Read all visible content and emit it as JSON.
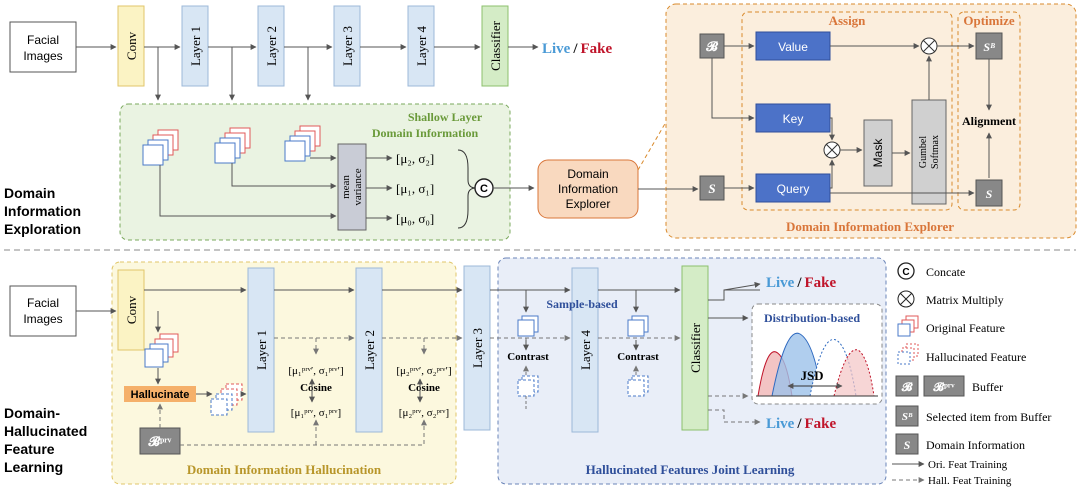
{
  "top": {
    "input": [
      "Facial",
      "Images"
    ],
    "conv": "Conv",
    "layers": [
      "Layer 1",
      "Layer 2",
      "Layer 3",
      "Layer 4"
    ],
    "classifier": "Classifier",
    "live": "Live",
    "slash": "/",
    "fake": "Fake",
    "shallow_title": [
      "Shallow Layer",
      "Domain Information"
    ],
    "stat_box": [
      "mean",
      "variance"
    ],
    "stats": [
      "[μ₂, σ₂]",
      "[μ₁, σ₁]",
      "[μ₀, σ₀]"
    ],
    "concat_symbol": "C",
    "die_box": [
      "Domain",
      "Information",
      "Explorer"
    ],
    "section_label": [
      "Domain",
      "Information",
      "Exploration"
    ]
  },
  "explorer": {
    "assign": "Assign",
    "optimize": "Optimize",
    "buffer_symbol": "𝓑",
    "s_symbol": "S",
    "sb_symbol": "Sᴮ",
    "value": "Value",
    "key": "Key",
    "query": "Query",
    "mask": "Mask",
    "gumbel": [
      "Gumbel",
      "Softmax"
    ],
    "alignment": "Alignment",
    "footer": "Domain Information Explorer"
  },
  "bottom": {
    "input": [
      "Facial",
      "Images"
    ],
    "conv": "Conv",
    "layers": [
      "Layer 1",
      "Layer 2",
      "Layer 3",
      "Layer 4"
    ],
    "classifier": "Classifier",
    "hallucinate": "Hallucinate",
    "bprv": "𝓑ᵖʳᵛ",
    "stats1_top": "[μ₁ᵖʳᵛ′, σ₁ᵖʳᵛ′]",
    "stats1_bottom": "[μ₁ᵖʳᵛ, σ₁ᵖʳᵛ]",
    "stats2_top": "[μ₂ᵖʳᵛ′, σ₂ᵖʳᵛ′]",
    "stats2_bottom": "[μ₂ᵖʳᵛ, σ₂ᵖʳᵛ]",
    "cosine": "Cosine",
    "contrast": "Contrast",
    "sample_based": "Sample-based",
    "distribution_based": "Distribution-based",
    "jsd": "JSD",
    "live": "Live",
    "slash": "/",
    "fake": "Fake",
    "dih_footer": "Domain Information Hallucination",
    "hfjl_footer": "Hallucinated Features Joint Learning",
    "section_label": [
      "Domain-",
      "Hallucinated",
      "Feature",
      "Learning"
    ]
  },
  "legend": {
    "concate_symbol": "C",
    "concate": "Concate",
    "matrix_multiply": "Matrix Multiply",
    "original_feature": "Original Feature",
    "hallucinated_feature": "Hallucinated Feature",
    "buffer_symbol": "𝓑",
    "bprv_symbol": "𝓑ᵖʳᵛ",
    "buffer": "Buffer",
    "sb_symbol": "Sᴮ",
    "selected_item": "Selected item from Buffer",
    "s_symbol": "S",
    "domain_information": "Domain Information",
    "ori_training": "Ori. Feat Training",
    "hall_training": "Hall. Feat Training"
  },
  "colors": {
    "live": "#4a9ad6",
    "fake": "#c0142a",
    "conv_fill": "#fbf3c4",
    "layer_fill": "#d8e6f4",
    "classifier_fill": "#d4ecc6",
    "shallow_bg": "#eaf3e2",
    "explorer_bg": "#fbeedd",
    "explorer_border": "#d98a2c",
    "dih_bg": "#fcf8de",
    "hfjl_bg": "#e9eef8",
    "blue_box": "#4c72c8",
    "orange_tag": "#f5b06a"
  }
}
